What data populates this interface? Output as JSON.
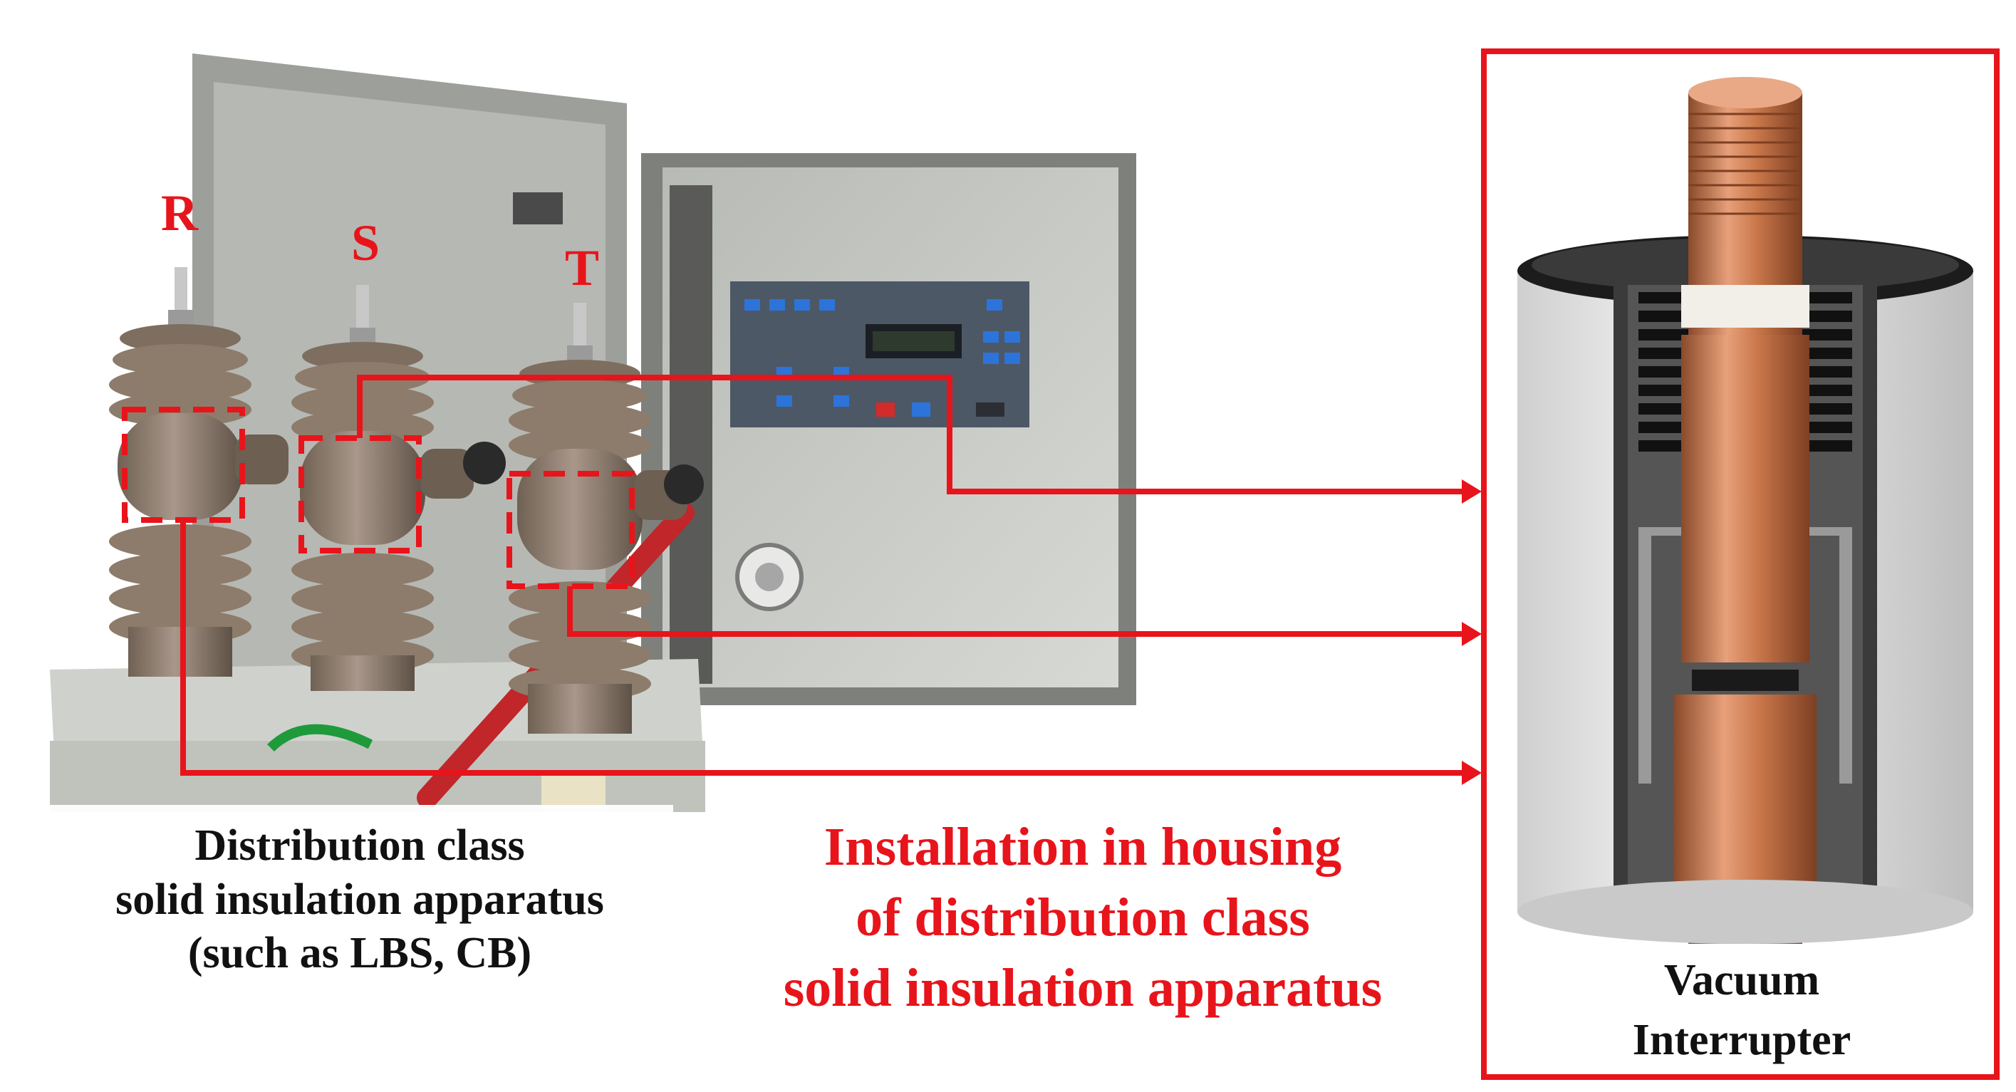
{
  "phases": {
    "r": "R",
    "s": "S",
    "t": "T"
  },
  "left_caption": {
    "line1": "Distribution class",
    "line2": "solid insulation apparatus",
    "line3": "(such as LBS, CB)"
  },
  "center_caption": {
    "line1": "Installation in housing",
    "line2": "of distribution class",
    "line3": "solid insulation apparatus"
  },
  "right_caption": {
    "line1": "Vacuum",
    "line2": "Interrupter"
  },
  "colors": {
    "accent": "#e8141b",
    "text": "#111111",
    "copper": "#c9774a",
    "porcelain": "#8d7c6b",
    "cabinet": "#c9cbc7"
  }
}
